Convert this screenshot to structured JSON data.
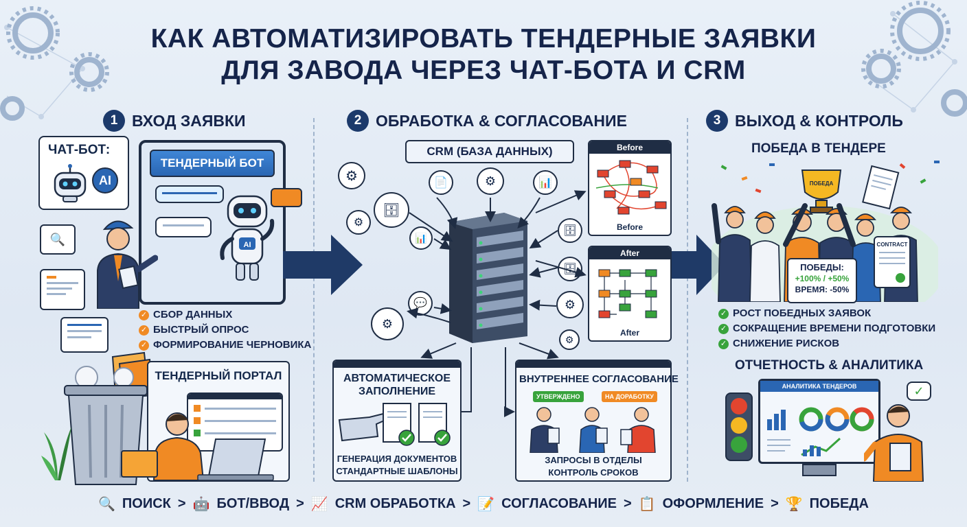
{
  "title": {
    "line1": "КАК АВТОМАТИЗИРОВАТЬ ТЕНДЕРНЫЕ ЗАЯВКИ",
    "line2": "ДЛЯ ЗАВОДА ЧЕРЕЗ ЧАТ-БОТА И CRM"
  },
  "sections": [
    {
      "num": "1",
      "label": "ВХОД ЗАЯВКИ"
    },
    {
      "num": "2",
      "label": "ОБРАБОТКА & СОГЛАСОВАНИЕ"
    },
    {
      "num": "3",
      "label": "ВЫХОД & КОНТРОЛЬ"
    }
  ],
  "input": {
    "chatbot_label": "ЧАТ-БОТ:",
    "ai_badge": "AI",
    "bot_title": "ТЕНДЕРНЫЙ БОТ",
    "robot_badge": "AI",
    "bullets": [
      "СБОР ДАННЫХ",
      "БЫСТРЫЙ ОПРОС",
      "ФОРМИРОВАНИЕ ЧЕРНОВИКА"
    ],
    "portal_title": "ТЕНДЕРНЫЙ ПОРТАЛ"
  },
  "processing": {
    "crm_label": "CRM (БАЗА ДАННЫХ)",
    "before_label": "Before",
    "before_caption": "Before",
    "after_label": "After",
    "after_caption": "After",
    "autofill_title": "АВТОМАТИЧЕСКОЕ ЗАПОЛНЕНИЕ",
    "autofill_lines": [
      "ГЕНЕРАЦИЯ ДОКУМЕНТОВ",
      "СТАНДАРТНЫЕ ШАБЛОНЫ"
    ],
    "approval_title": "ВНУТРЕННЕЕ СОГЛАСОВАНИЕ",
    "approval_tag_green": "УТВЕРЖДЕНО",
    "approval_tag_orange": "НА ДОРАБОТКУ",
    "approval_lines": [
      "ЗАПРОСЫ В ОТДЕЛЫ",
      "КОНТРОЛЬ СРОКОВ"
    ]
  },
  "output": {
    "win_title": "ПОБЕДА В ТЕНДЕРЕ",
    "trophy_text": "ПОБЕДА",
    "contract_text": "CONTRACT",
    "stats_label": "ПОБЕДЫ:",
    "stats_values": "+100% / +50%",
    "time_label": "ВРЕМЯ: -50%",
    "bullets": [
      "РОСТ ПОБЕДНЫХ ЗАЯВОК",
      "СОКРАЩЕНИЕ ВРЕМЕНИ ПОДГОТОВКИ",
      "СНИЖЕНИЕ РИСКОВ"
    ],
    "analytics_title": "ОТЧЕТНОСТЬ & АНАЛИТИКА",
    "dashboard_title": "АНАЛИТИКА ТЕНДЕРОВ"
  },
  "footer": [
    {
      "icon": "search-icon",
      "glyph": "🔍",
      "label": "ПОИСК"
    },
    {
      "icon": "robot-icon",
      "glyph": "🤖",
      "label": "БОТ/ВВОД"
    },
    {
      "icon": "chart-icon",
      "glyph": "📈",
      "label": "CRM ОБРАБОТКА"
    },
    {
      "icon": "pencil-doc-icon",
      "glyph": "📝",
      "label": "СОГЛАСОВАНИЕ"
    },
    {
      "icon": "clipboard-icon",
      "glyph": "📋",
      "label": "ОФОРМЛЕНИЕ"
    },
    {
      "icon": "trophy-icon",
      "glyph": "🏆",
      "label": "ПОБЕДА"
    }
  ],
  "colors": {
    "navy": "#1f2d44",
    "accent_blue": "#2a66b3",
    "orange": "#f08a24",
    "green": "#38a33c",
    "red": "#e2452f"
  }
}
